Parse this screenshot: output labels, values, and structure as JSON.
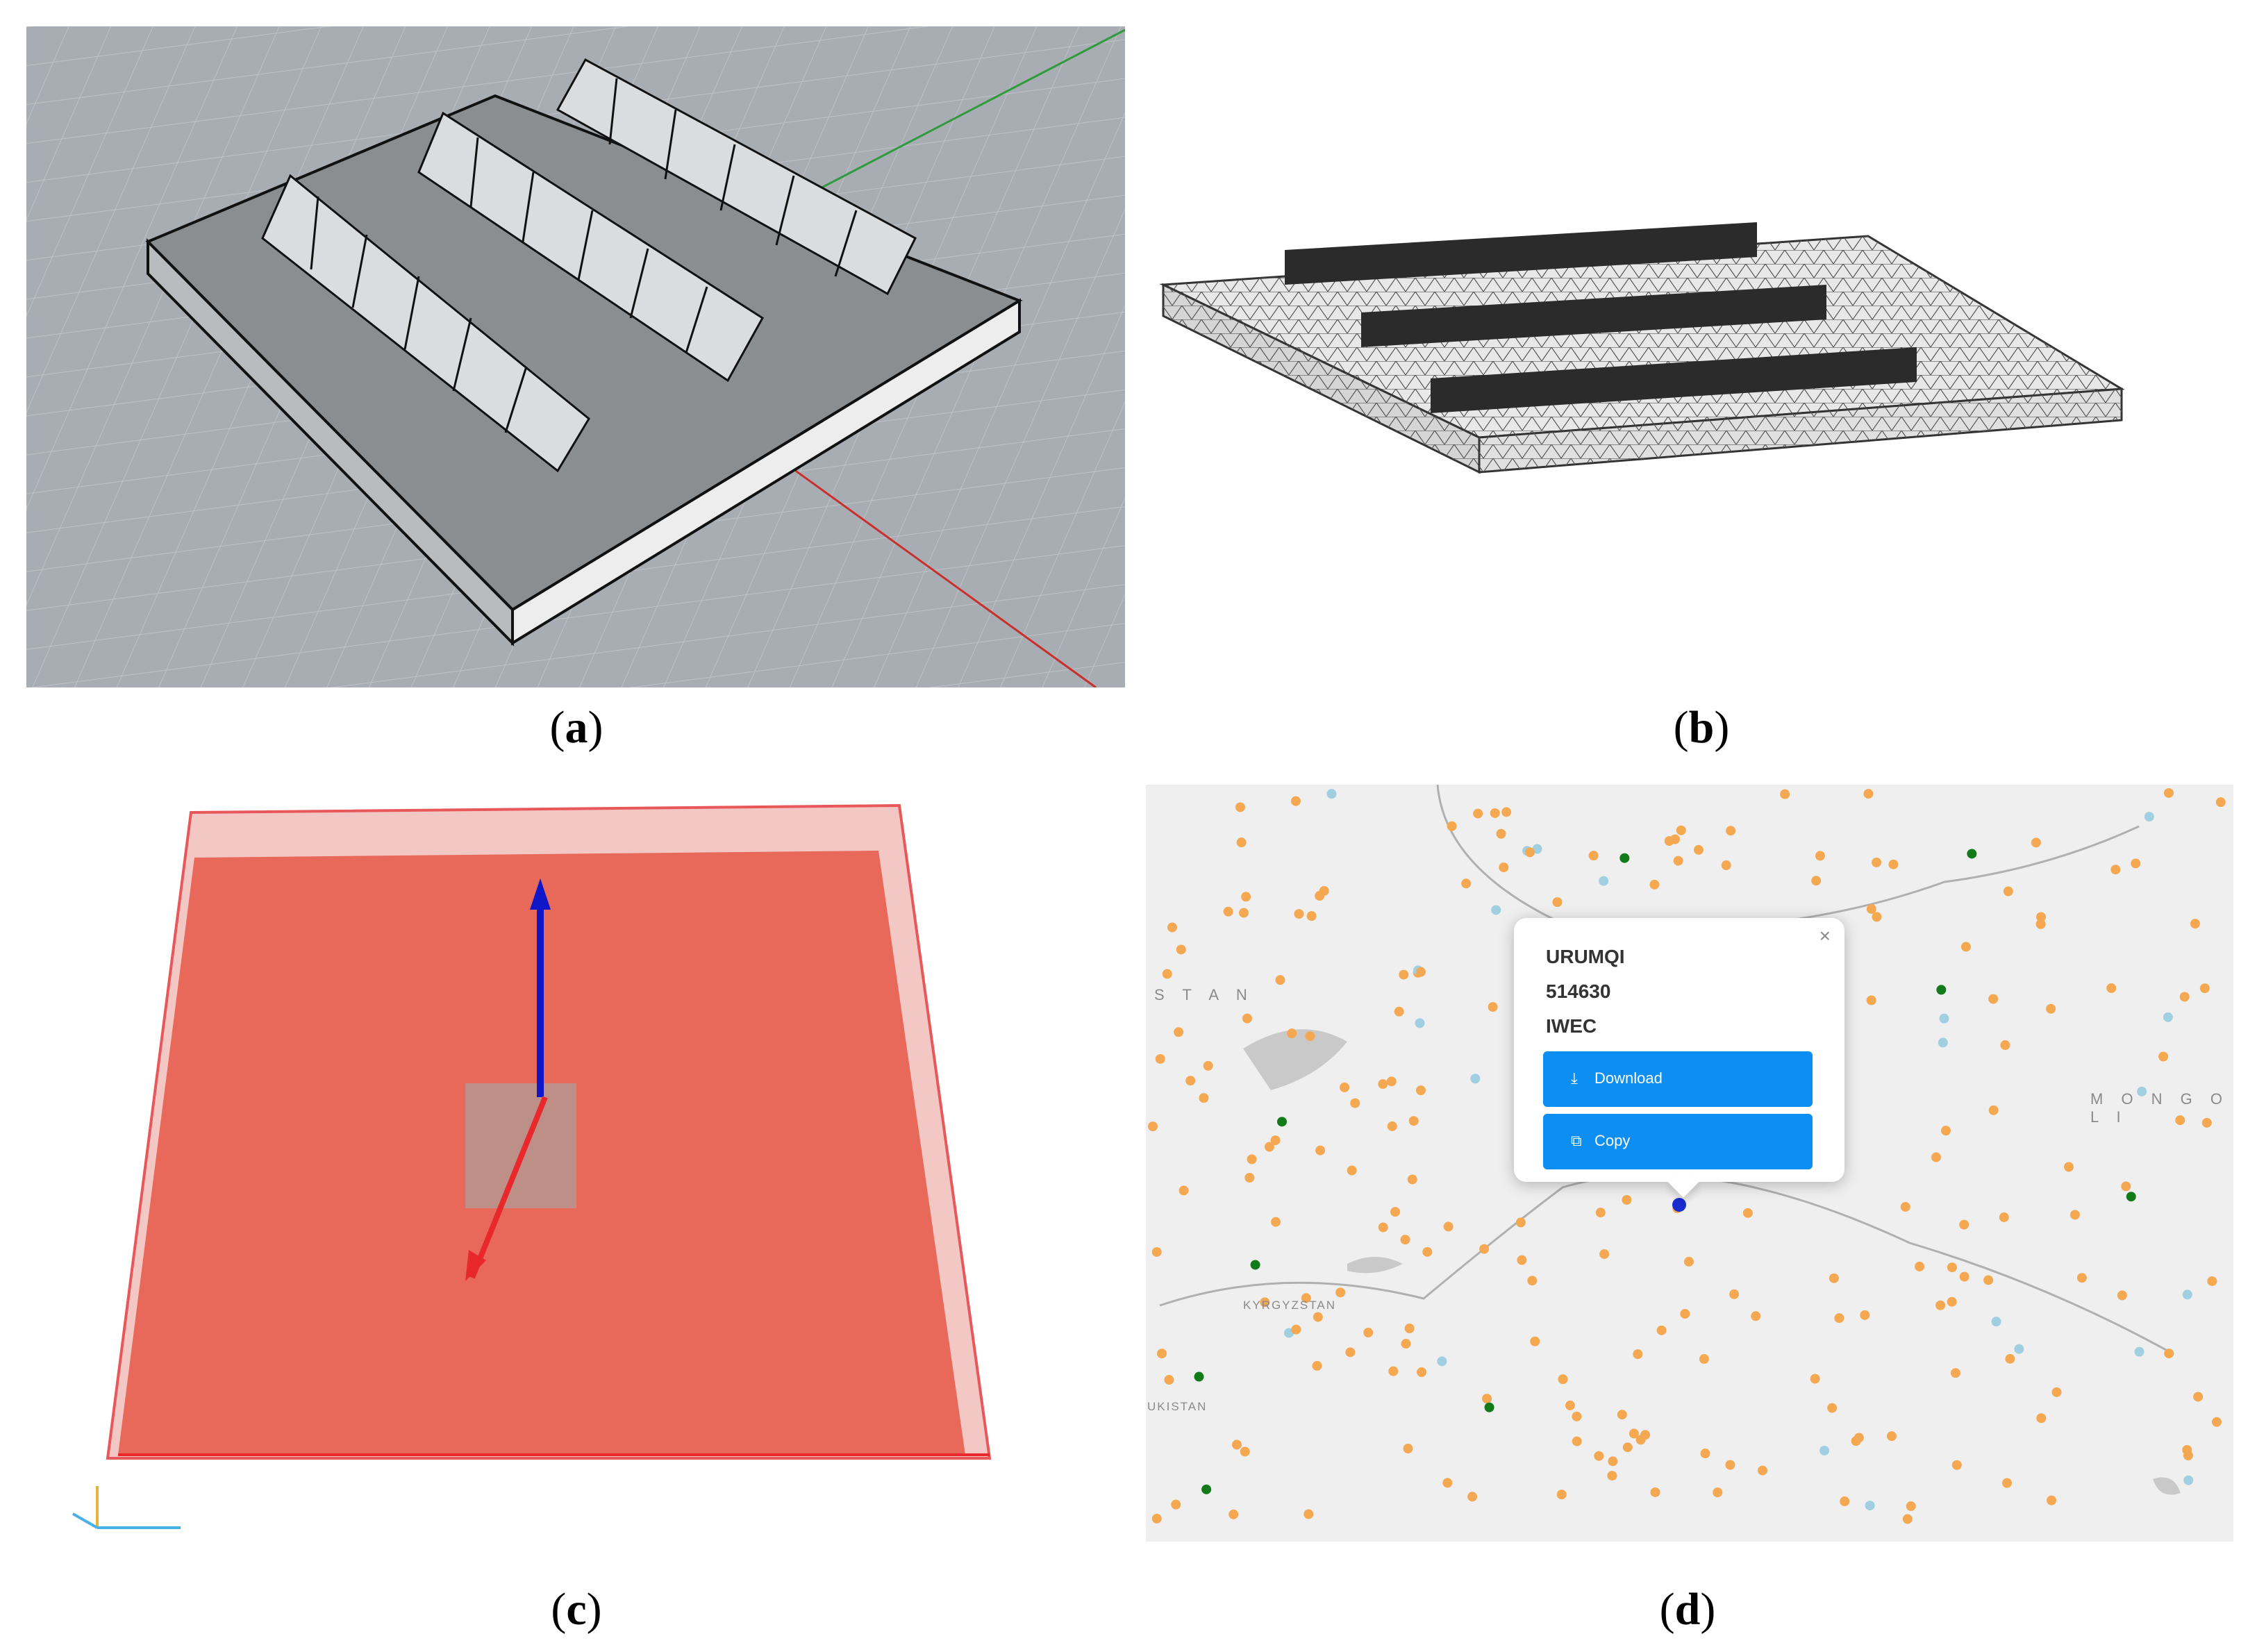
{
  "captions": {
    "a": "a",
    "b": "b",
    "c": "c",
    "d": "d"
  },
  "map": {
    "popup": {
      "station": "URUMQI",
      "code": "514630",
      "source": "IWEC",
      "close": "×",
      "download": "Download",
      "copy": "Copy"
    },
    "labels": {
      "kazakhstan": "S T A N",
      "mongolia": "M O N G O L I",
      "kyrgyzstan": "KYRGYZSTAN",
      "uzbekistan": "UKISTAN"
    }
  },
  "colors": {
    "station_orange": "#f5a852",
    "station_light_blue": "#9fcfe0",
    "station_green": "#137a1a",
    "station_blue": "#1a2ccf",
    "popup_button": "#0d8ef2",
    "domain_red": "#e8685a"
  }
}
